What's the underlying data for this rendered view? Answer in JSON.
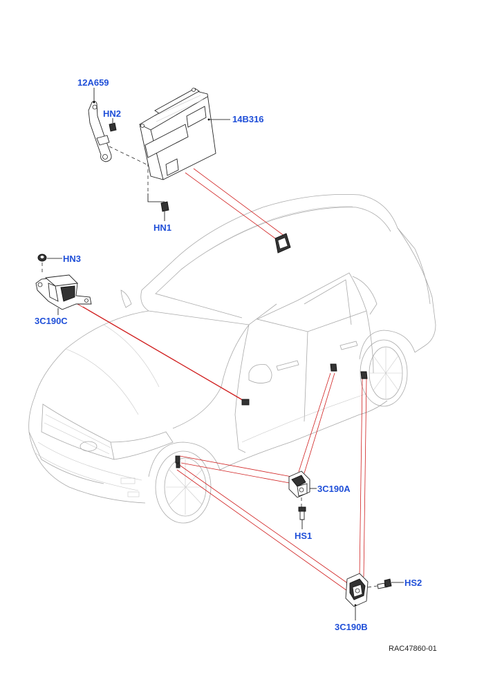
{
  "diagram": {
    "callouts": {
      "c_12a659": "12A659",
      "c_hn2": "HN2",
      "c_14b316": "14B316",
      "c_hn1": "HN1",
      "c_hn3": "HN3",
      "c_3c190c": "3C190C",
      "c_3c190a": "3C190A",
      "c_hs1": "HS1",
      "c_hs2": "HS2",
      "c_3c190b": "3C190B"
    },
    "reference_number": "RAC47860-01",
    "colors": {
      "callout_text": "#1f4fd8",
      "connector_lines": "#d01e1e",
      "vehicle_outline": "#a8a8a8"
    }
  }
}
